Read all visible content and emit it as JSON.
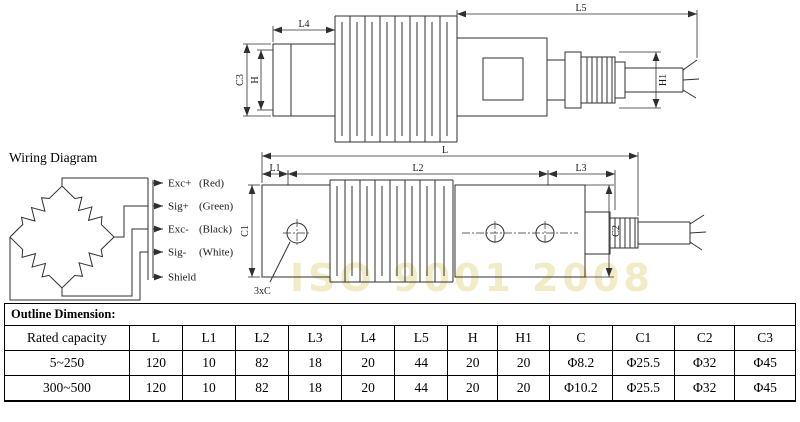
{
  "watermark": {
    "text": "ISO 9001 2008"
  },
  "wiring": {
    "title": "Wiring Diagram",
    "leads": [
      {
        "label": "Exc+",
        "color": "(Red)"
      },
      {
        "label": "Sig+",
        "color": "(Green)"
      },
      {
        "label": "Exc-",
        "color": "(Black)"
      },
      {
        "label": "Sig-",
        "color": "(White)"
      },
      {
        "label": "Shield",
        "color": ""
      }
    ]
  },
  "drawings": {
    "top_view": {
      "l4": "L4",
      "l5": "L5",
      "c3": "C3",
      "h": "H",
      "h1": "H1"
    },
    "side_view": {
      "l": "L",
      "l1": "L1",
      "l2": "L2",
      "l3": "L3",
      "c1": "C1",
      "c2": "C2",
      "hole_note": "3xC"
    }
  },
  "table": {
    "section_title": "Outline Dimension:",
    "headers": [
      "Rated capacity",
      "L",
      "L1",
      "L2",
      "L3",
      "L4",
      "L5",
      "H",
      "H1",
      "C",
      "C1",
      "C2",
      "C3"
    ],
    "rows": [
      [
        "5~250",
        "120",
        "10",
        "82",
        "18",
        "20",
        "44",
        "20",
        "20",
        "Φ8.2",
        "Φ25.5",
        "Φ32",
        "Φ45"
      ],
      [
        "300~500",
        "120",
        "10",
        "82",
        "18",
        "20",
        "44",
        "20",
        "20",
        "Φ10.2",
        "Φ25.5",
        "Φ32",
        "Φ45"
      ]
    ]
  }
}
